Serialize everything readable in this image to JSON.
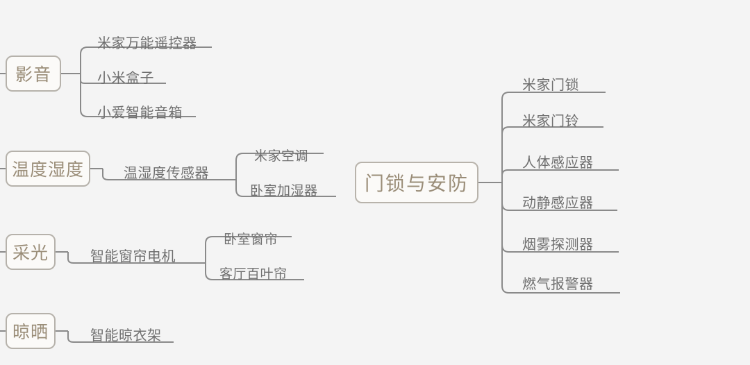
{
  "diagram": {
    "title_node": {
      "label": "门锁与安防"
    },
    "categories": [
      {
        "label": "影音"
      },
      {
        "label": "温度湿度"
      },
      {
        "label": "采光"
      },
      {
        "label": "晾晒"
      }
    ],
    "branches": {
      "av": [
        {
          "label": "米家万能遥控器"
        },
        {
          "label": "小米盒子"
        },
        {
          "label": "小爱智能音箱"
        }
      ],
      "temperature": [
        {
          "label": "温湿度传感器"
        }
      ],
      "temperature_children": [
        {
          "label": "米家空调"
        },
        {
          "label": "卧室加湿器"
        }
      ],
      "lighting": [
        {
          "label": "智能窗帘电机"
        }
      ],
      "lighting_children": [
        {
          "label": "卧室窗帘"
        },
        {
          "label": "客厅百叶帘"
        }
      ],
      "drying": [
        {
          "label": "智能晾衣架"
        }
      ],
      "security": [
        {
          "label": "米家门锁"
        },
        {
          "label": "米家门铃"
        },
        {
          "label": "人体感应器"
        },
        {
          "label": "动静感应器"
        },
        {
          "label": "烟雾探测器"
        },
        {
          "label": "燃气报警器"
        }
      ]
    },
    "colors": {
      "background": "#f4f4f4",
      "node_text": "#9a8d78",
      "node_fill": "#fbfaf8",
      "node_border": "#b6b2ab",
      "wire": "#8a8a8a",
      "label_text": "#6f6f6f"
    }
  }
}
